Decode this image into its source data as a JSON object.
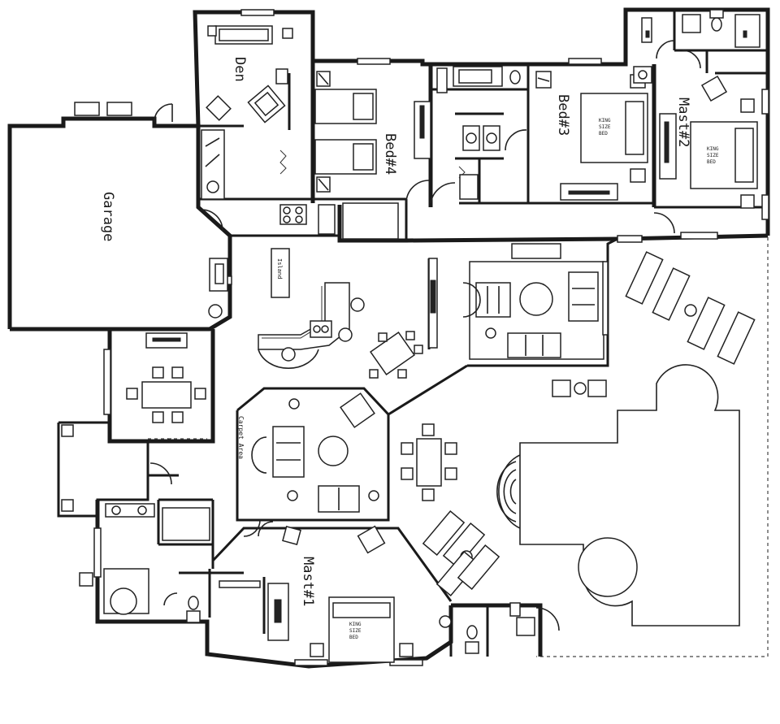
{
  "rooms": {
    "den": "Den",
    "garage": "Garage",
    "bed4": "Bed#4",
    "bed3": "Bed#3",
    "master2": "Mast#2",
    "master1": "Mast#1",
    "island": "Island",
    "carpet_area": "Carpet Area"
  }
}
